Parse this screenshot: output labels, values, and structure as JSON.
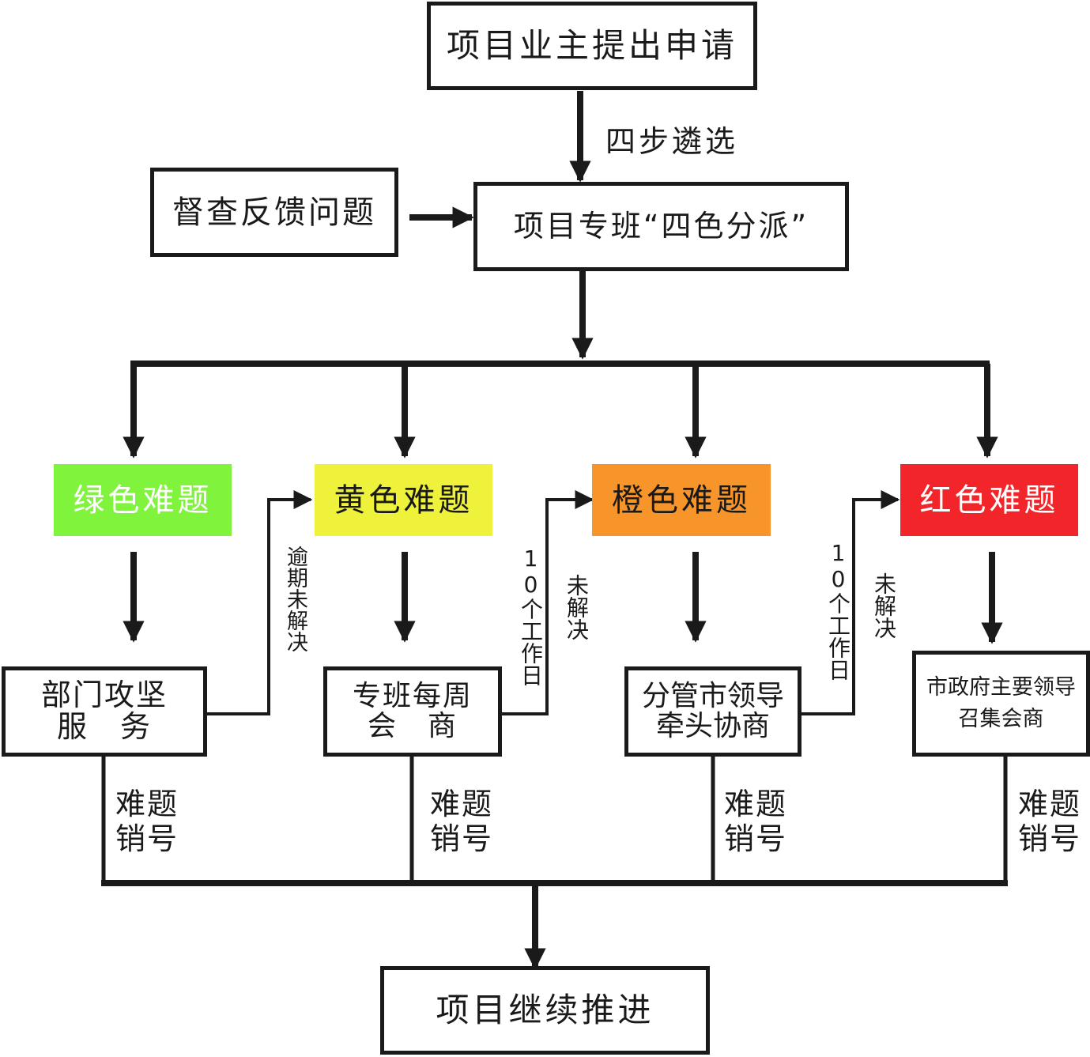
{
  "nodes": {
    "apply": "项目业主提出申请",
    "feedback": "督查反馈问题",
    "dispatch": "项目专班“四色分派”",
    "green": "绿色难题",
    "yellow": "黄色难题",
    "orange": "橙色难题",
    "red": "红色难题",
    "dept_line1": "部门攻坚",
    "dept_line2": "服　务",
    "weekly_line1": "专班每周",
    "weekly_line2": "会　商",
    "leader_line1": "分管市领导",
    "leader_line2": "牵头协商",
    "mayor_line1": "市政府主要领导",
    "mayor_line2": "召集会商",
    "continue": "项目继续推进"
  },
  "labels": {
    "four_step": "四步遴选",
    "overdue": "逾期未解决",
    "ten_days": "10个工作日",
    "unsolved": "未解决",
    "closed_line1": "难题",
    "closed_line2": "销号"
  },
  "colors": {
    "green": "#80f33c",
    "yellow": "#eef23a",
    "orange": "#f7952b",
    "red": "#f2262a",
    "line": "#1a1a1a"
  }
}
